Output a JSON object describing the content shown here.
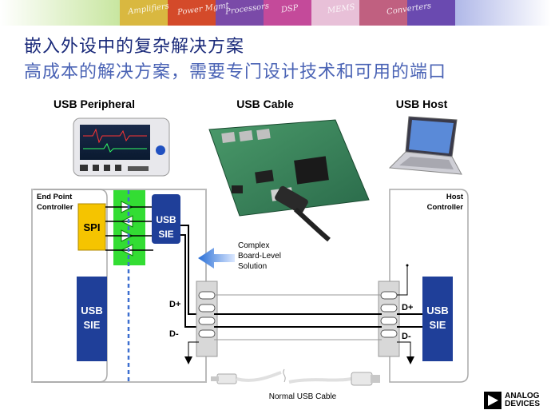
{
  "header": {
    "title": "嵌入外设中的复杂解决方案",
    "subtitle": "高成本的解决方案，需要专门设计技术和可用的端口",
    "banner_words": [
      "Amplifiers",
      "Power Mgmt",
      "Processors",
      "DSP",
      "MEMS",
      "Converters"
    ]
  },
  "diagram": {
    "usb_peripheral_label": "USB Peripheral",
    "usb_cable_label": "USB Cable",
    "usb_host_label": "USB Host",
    "endpoint_controller": [
      "End Point",
      "Controller"
    ],
    "host_controller": [
      "Host",
      "Controller"
    ],
    "spi_label": "SPI",
    "usb_sie_label": [
      "USB",
      "SIE"
    ],
    "complex_solution": [
      "Complex",
      "Board-Level",
      "Solution"
    ],
    "d_plus": "D+",
    "d_minus": "D-",
    "normal_cable": "Normal USB Cable",
    "colors": {
      "sie_blue": "#1f3f99",
      "spi_yellow": "#f5c400",
      "isolator_green": "#33dd33",
      "arrow_blue": "#2a6fd6",
      "dashed_blue": "#3d6fd0"
    }
  },
  "logo": {
    "line1": "ANALOG",
    "line2": "DEVICES"
  }
}
